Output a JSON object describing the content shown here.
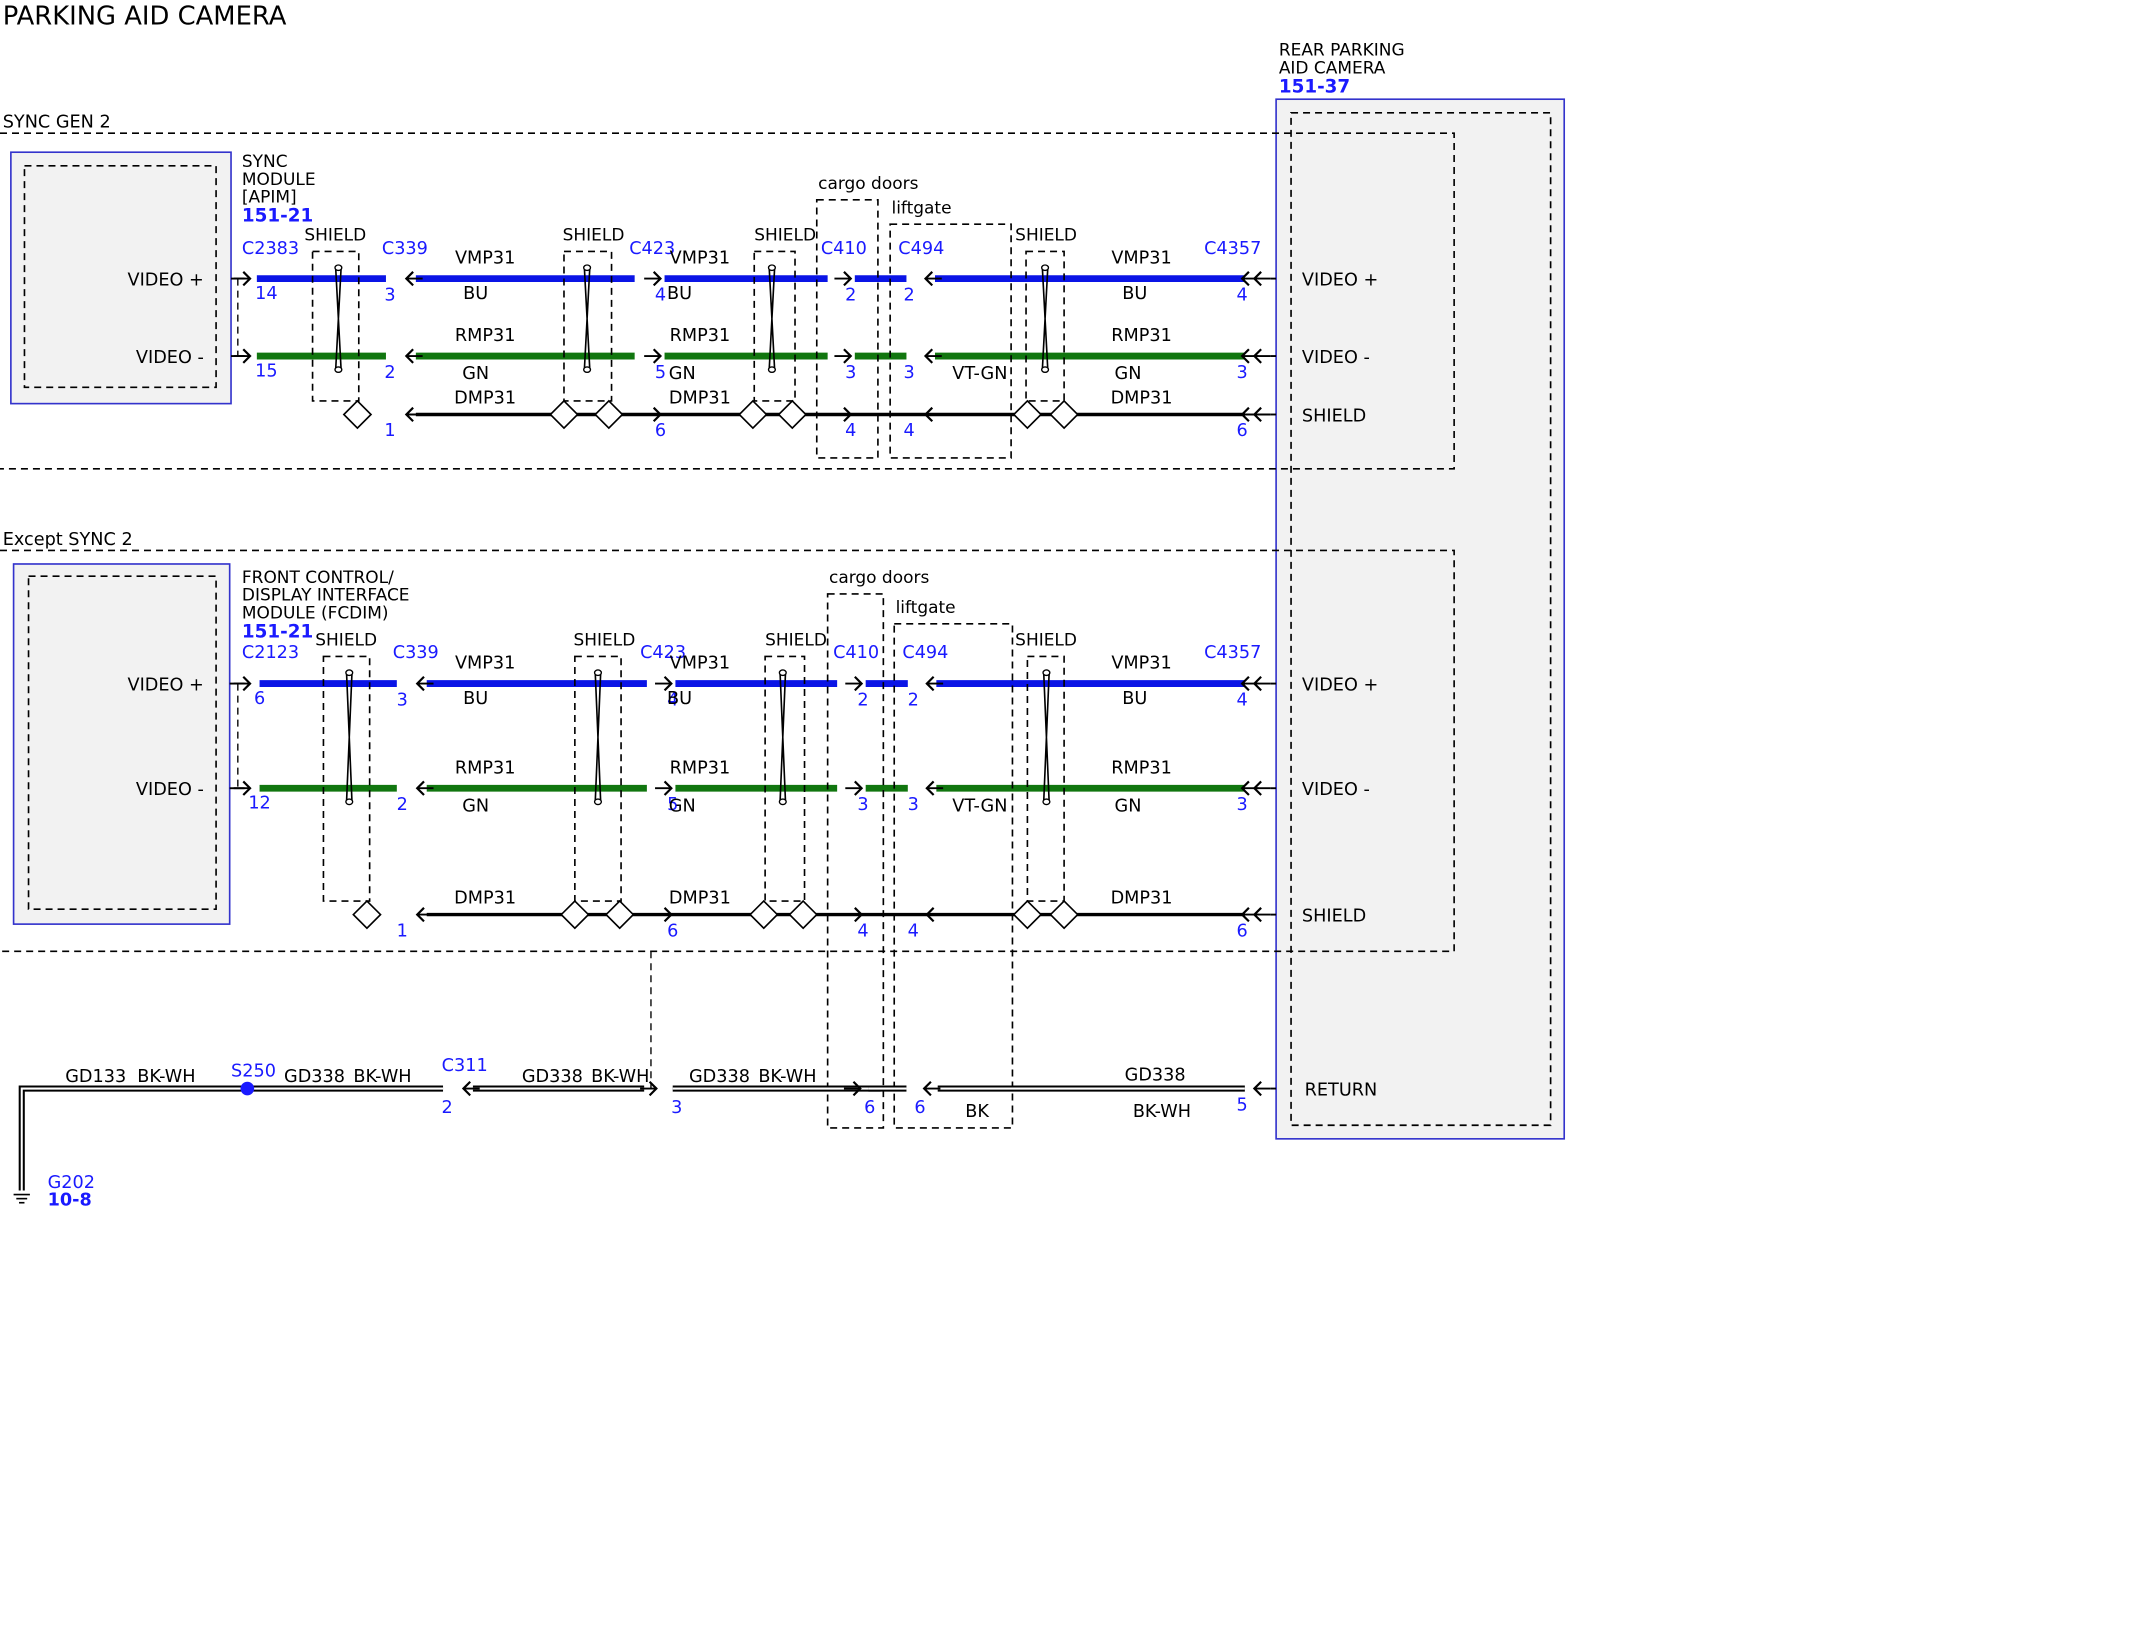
{
  "title": "PARKING AID CAMERA",
  "colors": {
    "blue": "#0a14e6",
    "green": "#11760f",
    "black": "#000000",
    "link": "#1a1aff",
    "module_fill": "#f2f2f2",
    "module_border": "#3333cc"
  },
  "camera": {
    "label1": "REAR PARKING",
    "label2": "AID CAMERA",
    "ref": "151-37"
  },
  "pins": {
    "video_plus": "VIDEO +",
    "video_minus": "VIDEO -",
    "shield": "SHIELD",
    "return": "RETURN"
  },
  "sections": [
    {
      "header": "SYNC GEN 2",
      "module_lines": [
        "SYNC",
        "MODULE",
        "[APIM]"
      ],
      "module_ref": "151-21",
      "module_connector": "C2383",
      "module_pins": [
        "14",
        "15"
      ],
      "shield_label": "SHIELD",
      "cargo_label": "cargo doors",
      "liftgate_label": "liftgate",
      "connectors": [
        "C339",
        "C423",
        "C410",
        "C494",
        "C4357"
      ],
      "pin_rows": [
        [
          "3",
          "4",
          "2",
          "2",
          "4"
        ],
        [
          "2",
          "5",
          "3",
          "3",
          "3"
        ],
        [
          "1",
          "6",
          "4",
          "4",
          "6"
        ]
      ],
      "wires": {
        "vp_circuit": "VMP31",
        "vp_color": "BU",
        "vm_circuit": "RMP31",
        "vm_color": "GN",
        "vm_color_liftgate": "VT-GN",
        "sh_circuit": "DMP31"
      }
    },
    {
      "header": "Except SYNC 2",
      "module_lines": [
        "FRONT CONTROL/",
        "DISPLAY INTERFACE",
        "MODULE (FCDIM)"
      ],
      "module_ref": "151-21",
      "module_connector": "C2123",
      "module_pins": [
        "6",
        "12"
      ],
      "shield_label": "SHIELD",
      "cargo_label": "cargo doors",
      "liftgate_label": "liftgate",
      "connectors": [
        "C339",
        "C423",
        "C410",
        "C494",
        "C4357"
      ],
      "pin_rows": [
        [
          "3",
          "4",
          "2",
          "2",
          "4"
        ],
        [
          "2",
          "5",
          "3",
          "3",
          "3"
        ],
        [
          "1",
          "6",
          "4",
          "4",
          "6"
        ]
      ],
      "wires": {
        "vp_circuit": "VMP31",
        "vp_color": "BU",
        "vm_circuit": "RMP31",
        "vm_color": "GN",
        "vm_color_liftgate": "VT-GN",
        "sh_circuit": "DMP31"
      }
    }
  ],
  "ground": {
    "seg1_circuit": "GD133",
    "seg1_color": "BK-WH",
    "splice": "S250",
    "seg2_circuit": "GD338",
    "seg2_color": "BK-WH",
    "connector": "C311",
    "connector_pin": "2",
    "seg3_circuit": "GD338",
    "seg3_color": "BK-WH",
    "seg4_circuit": "GD338",
    "seg4_color": "BK-WH",
    "seg4_pin": "3",
    "cargo_pin": "6",
    "liftgate_pin": "6",
    "liftgate_color": "BK",
    "seg5_circuit": "GD338",
    "seg5_color": "BK-WH",
    "camera_pin": "5",
    "ground_id": "G202",
    "ground_ref": "10-8"
  }
}
